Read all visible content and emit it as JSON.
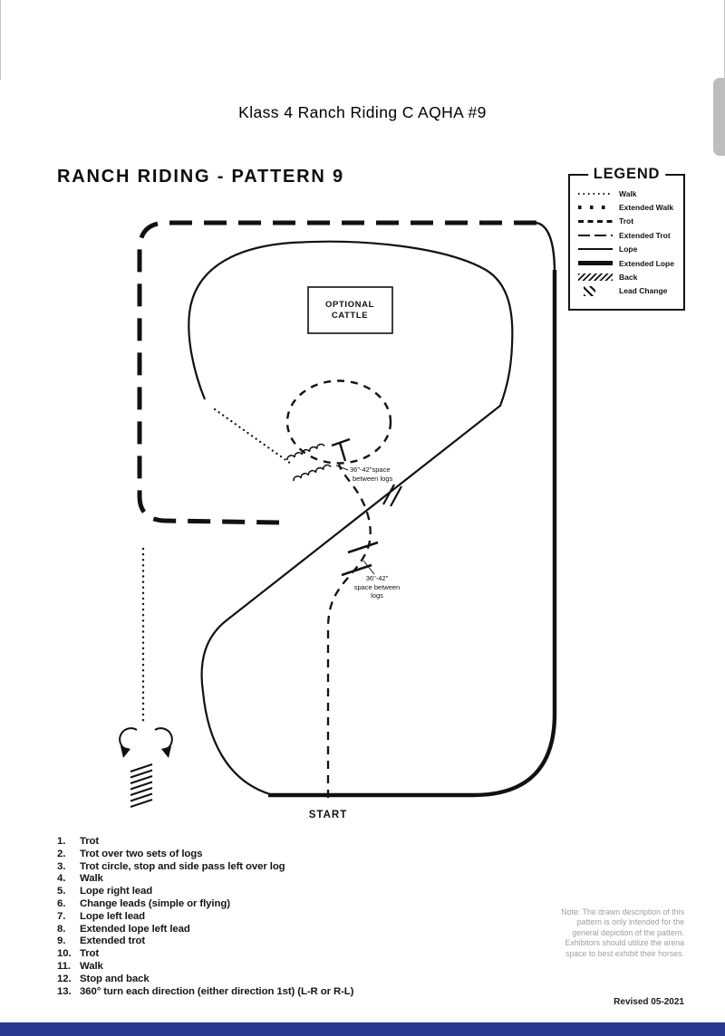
{
  "page": {
    "title": "Klass 4 Ranch Riding C AQHA #9",
    "revised": "Revised 05-2021",
    "note": "Note: The drawn description of this\npattern is only intended for the\ngeneral depiction of the pattern.\nExhibitors should utilize the arena\nspace to best exhibit their horses.",
    "colors": {
      "bottom_bar": "#2b3990",
      "scrollbar_thumb": "#bdbdbd",
      "ink": "#111111",
      "note_text": "#9e9e9e"
    }
  },
  "pattern": {
    "heading": "RANCH RIDING - PATTERN 9",
    "start_label": "START",
    "optional_cattle": {
      "line1": "OPTIONAL",
      "line2": "CATTLE"
    },
    "log_labels": {
      "upper_line1": "36\"-42\"space",
      "upper_line2": "between logs",
      "lower_line1": "36\"-42\"",
      "lower_line2": "space between",
      "lower_line3": "logs"
    }
  },
  "legend": {
    "title": "LEGEND",
    "items": [
      {
        "label": "Walk",
        "style": "walk"
      },
      {
        "label": "Extended Walk",
        "style": "extended-walk"
      },
      {
        "label": "Trot",
        "style": "trot"
      },
      {
        "label": "Extended Trot",
        "style": "extended-trot"
      },
      {
        "label": "Lope",
        "style": "lope"
      },
      {
        "label": "Extended Lope",
        "style": "extended-lope"
      },
      {
        "label": "Back",
        "style": "back"
      },
      {
        "label": "Lead Change",
        "style": "lead-change"
      }
    ]
  },
  "steps": {
    "items": [
      {
        "num": "1.",
        "text": "Trot"
      },
      {
        "num": "2.",
        "text": "Trot over two sets of logs"
      },
      {
        "num": "3.",
        "text": "Trot circle, stop and side pass left over log"
      },
      {
        "num": "4.",
        "text": "Walk"
      },
      {
        "num": "5.",
        "text": "Lope right lead"
      },
      {
        "num": "6.",
        "text": "Change leads (simple or flying)"
      },
      {
        "num": "7.",
        "text": "Lope left lead"
      },
      {
        "num": "8.",
        "text": "Extended lope left lead"
      },
      {
        "num": "9.",
        "text": "Extended trot"
      },
      {
        "num": "10.",
        "text": "Trot"
      },
      {
        "num": "11.",
        "text": "Walk"
      },
      {
        "num": "12.",
        "text": "Stop and back"
      },
      {
        "num": "13.",
        "text": "360° turn each direction (either direction 1st) (L-R or R-L)"
      }
    ]
  }
}
